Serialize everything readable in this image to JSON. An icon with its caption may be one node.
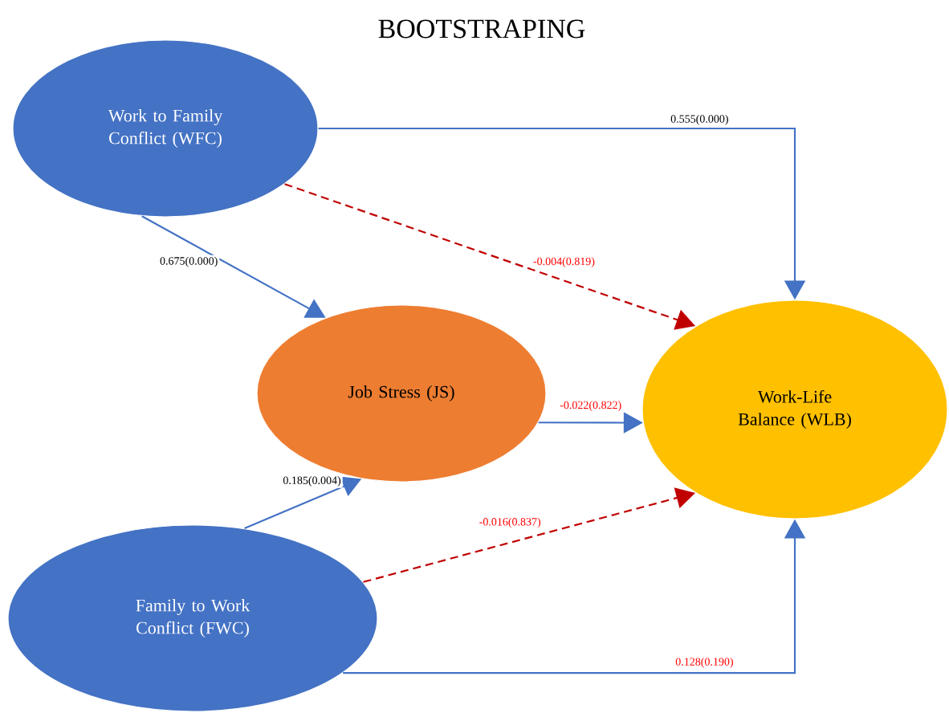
{
  "diagram": {
    "title": "BOOTSTRAPING",
    "nodes": [
      {
        "text": [
          "Work to Family Conflict (WFC)"
        ]
      },
      {
        "text": [
          "Job Stress (JS)"
        ]
      },
      {
        "text": [
          "Family  to Work Conflict (FWC)"
        ]
      },
      {
        "text": [
          "Work-Life Balance (WLB)"
        ]
      }
    ],
    "edges": [
      {
        "from": 0,
        "to": 3,
        "arrow": "to",
        "label": "0.555(0.000)"
      },
      {
        "from": 0,
        "to": 3,
        "arrow": "to",
        "label": "-0.004(0.819)",
        "style": "dashed",
        "color": "#c00000"
      },
      {
        "from": 0,
        "to": 1,
        "arrow": "to",
        "label": "0.675(0.000)"
      },
      {
        "from": 2,
        "to": 1,
        "arrow": "to",
        "label": "0.185(0.004)"
      },
      {
        "from": 1,
        "to": 3,
        "arrow": "to",
        "label": "-0.022(0.822)"
      },
      {
        "from": 2,
        "to": 3,
        "arrow": "to",
        "label": "-0.016(0.837)",
        "style": "dashed",
        "color": "#c00000"
      },
      {
        "from": 2,
        "to": 3,
        "arrow": "to",
        "label": "0.128(0.190)"
      }
    ]
  }
}
